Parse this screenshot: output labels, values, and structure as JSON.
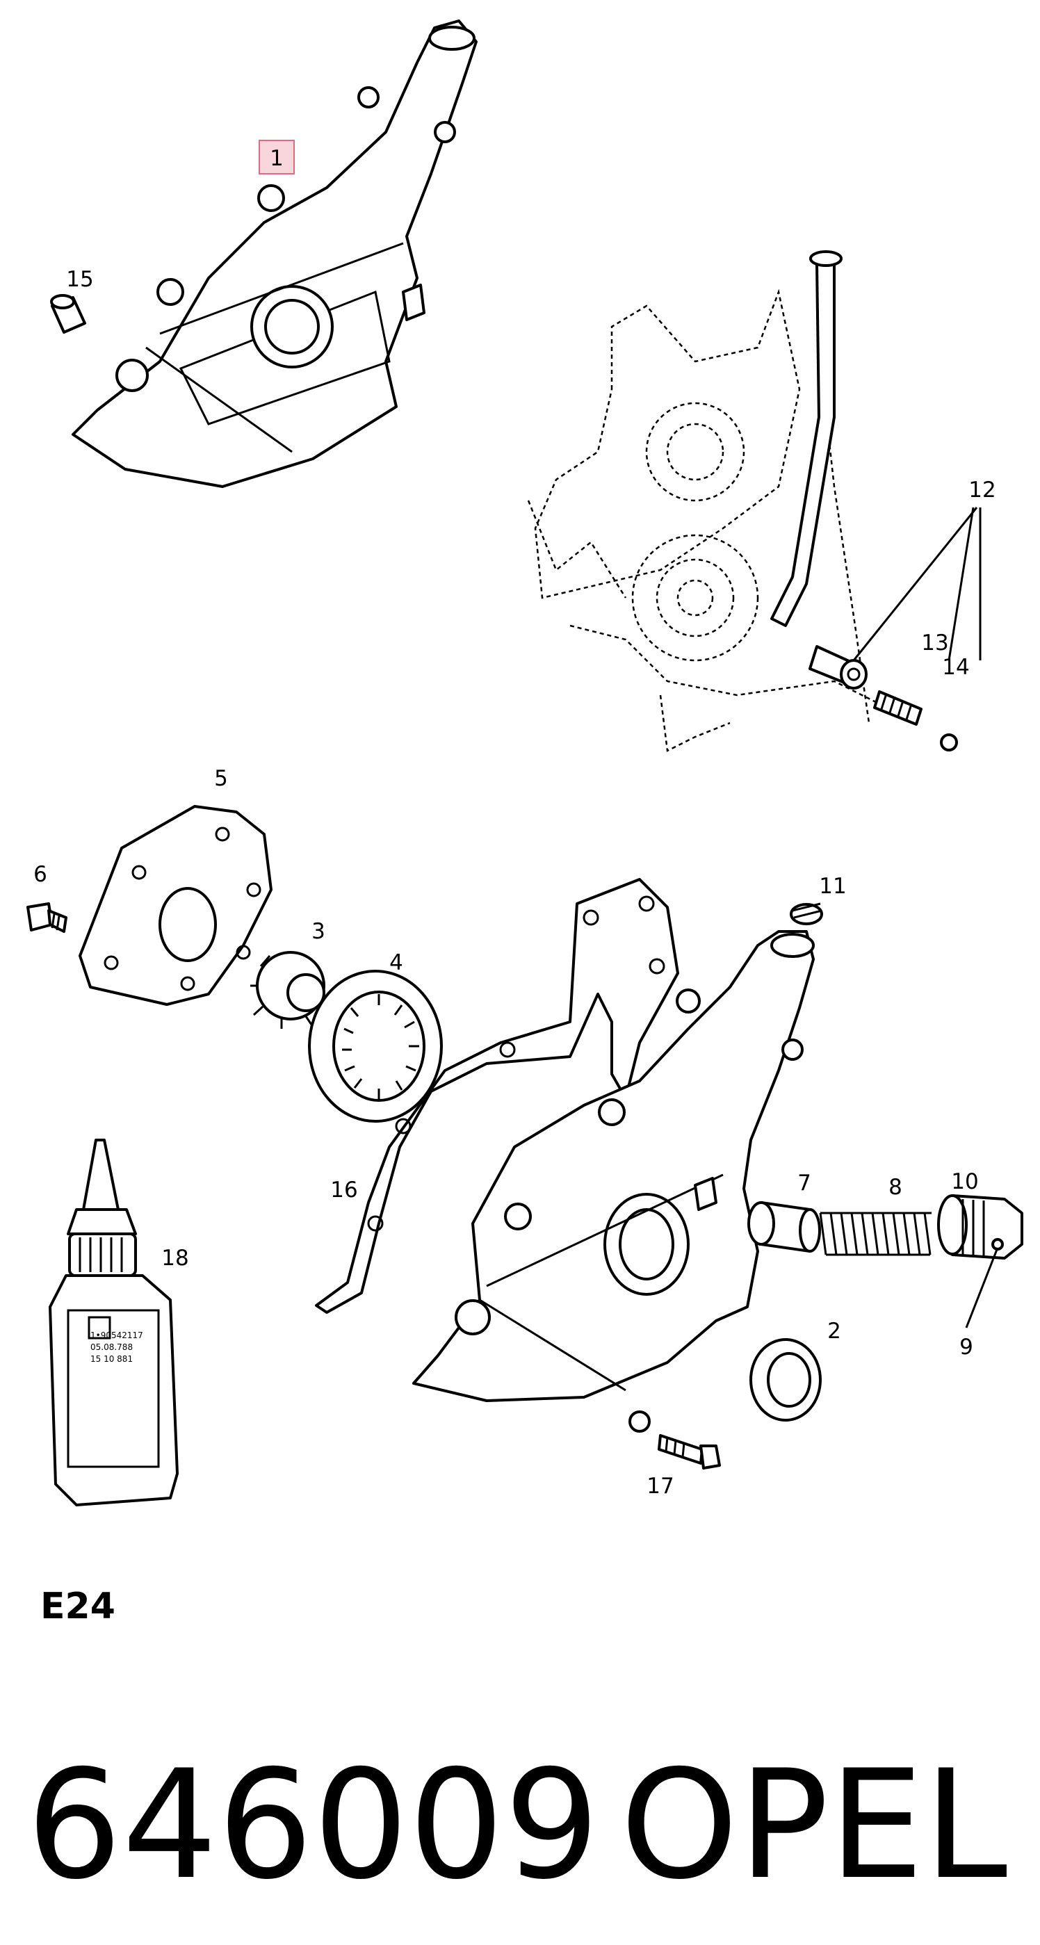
{
  "callouts": [
    {
      "id": "1",
      "label": "1",
      "highlight": true
    },
    {
      "id": "2",
      "label": "2"
    },
    {
      "id": "3",
      "label": "3"
    },
    {
      "id": "4",
      "label": "4"
    },
    {
      "id": "5",
      "label": "5"
    },
    {
      "id": "6",
      "label": "6"
    },
    {
      "id": "7",
      "label": "7"
    },
    {
      "id": "8",
      "label": "8"
    },
    {
      "id": "9",
      "label": "9"
    },
    {
      "id": "10",
      "label": "10"
    },
    {
      "id": "11",
      "label": "11"
    },
    {
      "id": "12",
      "label": "12"
    },
    {
      "id": "13",
      "label": "13"
    },
    {
      "id": "14",
      "label": "14"
    },
    {
      "id": "15",
      "label": "15"
    },
    {
      "id": "16",
      "label": "16"
    },
    {
      "id": "17",
      "label": "17"
    },
    {
      "id": "18",
      "label": "18"
    }
  ],
  "section_code": "E24",
  "part_number": "646009",
  "brand": "OPEL",
  "bottle_label": {
    "line1": "1•90542117",
    "line2": "05.08.788",
    "line3": "15 10 881"
  },
  "colors": {
    "line": "#000000",
    "background": "#ffffff",
    "highlight_fill": "#f9d6dc",
    "highlight_stroke": "#e06a7f"
  }
}
